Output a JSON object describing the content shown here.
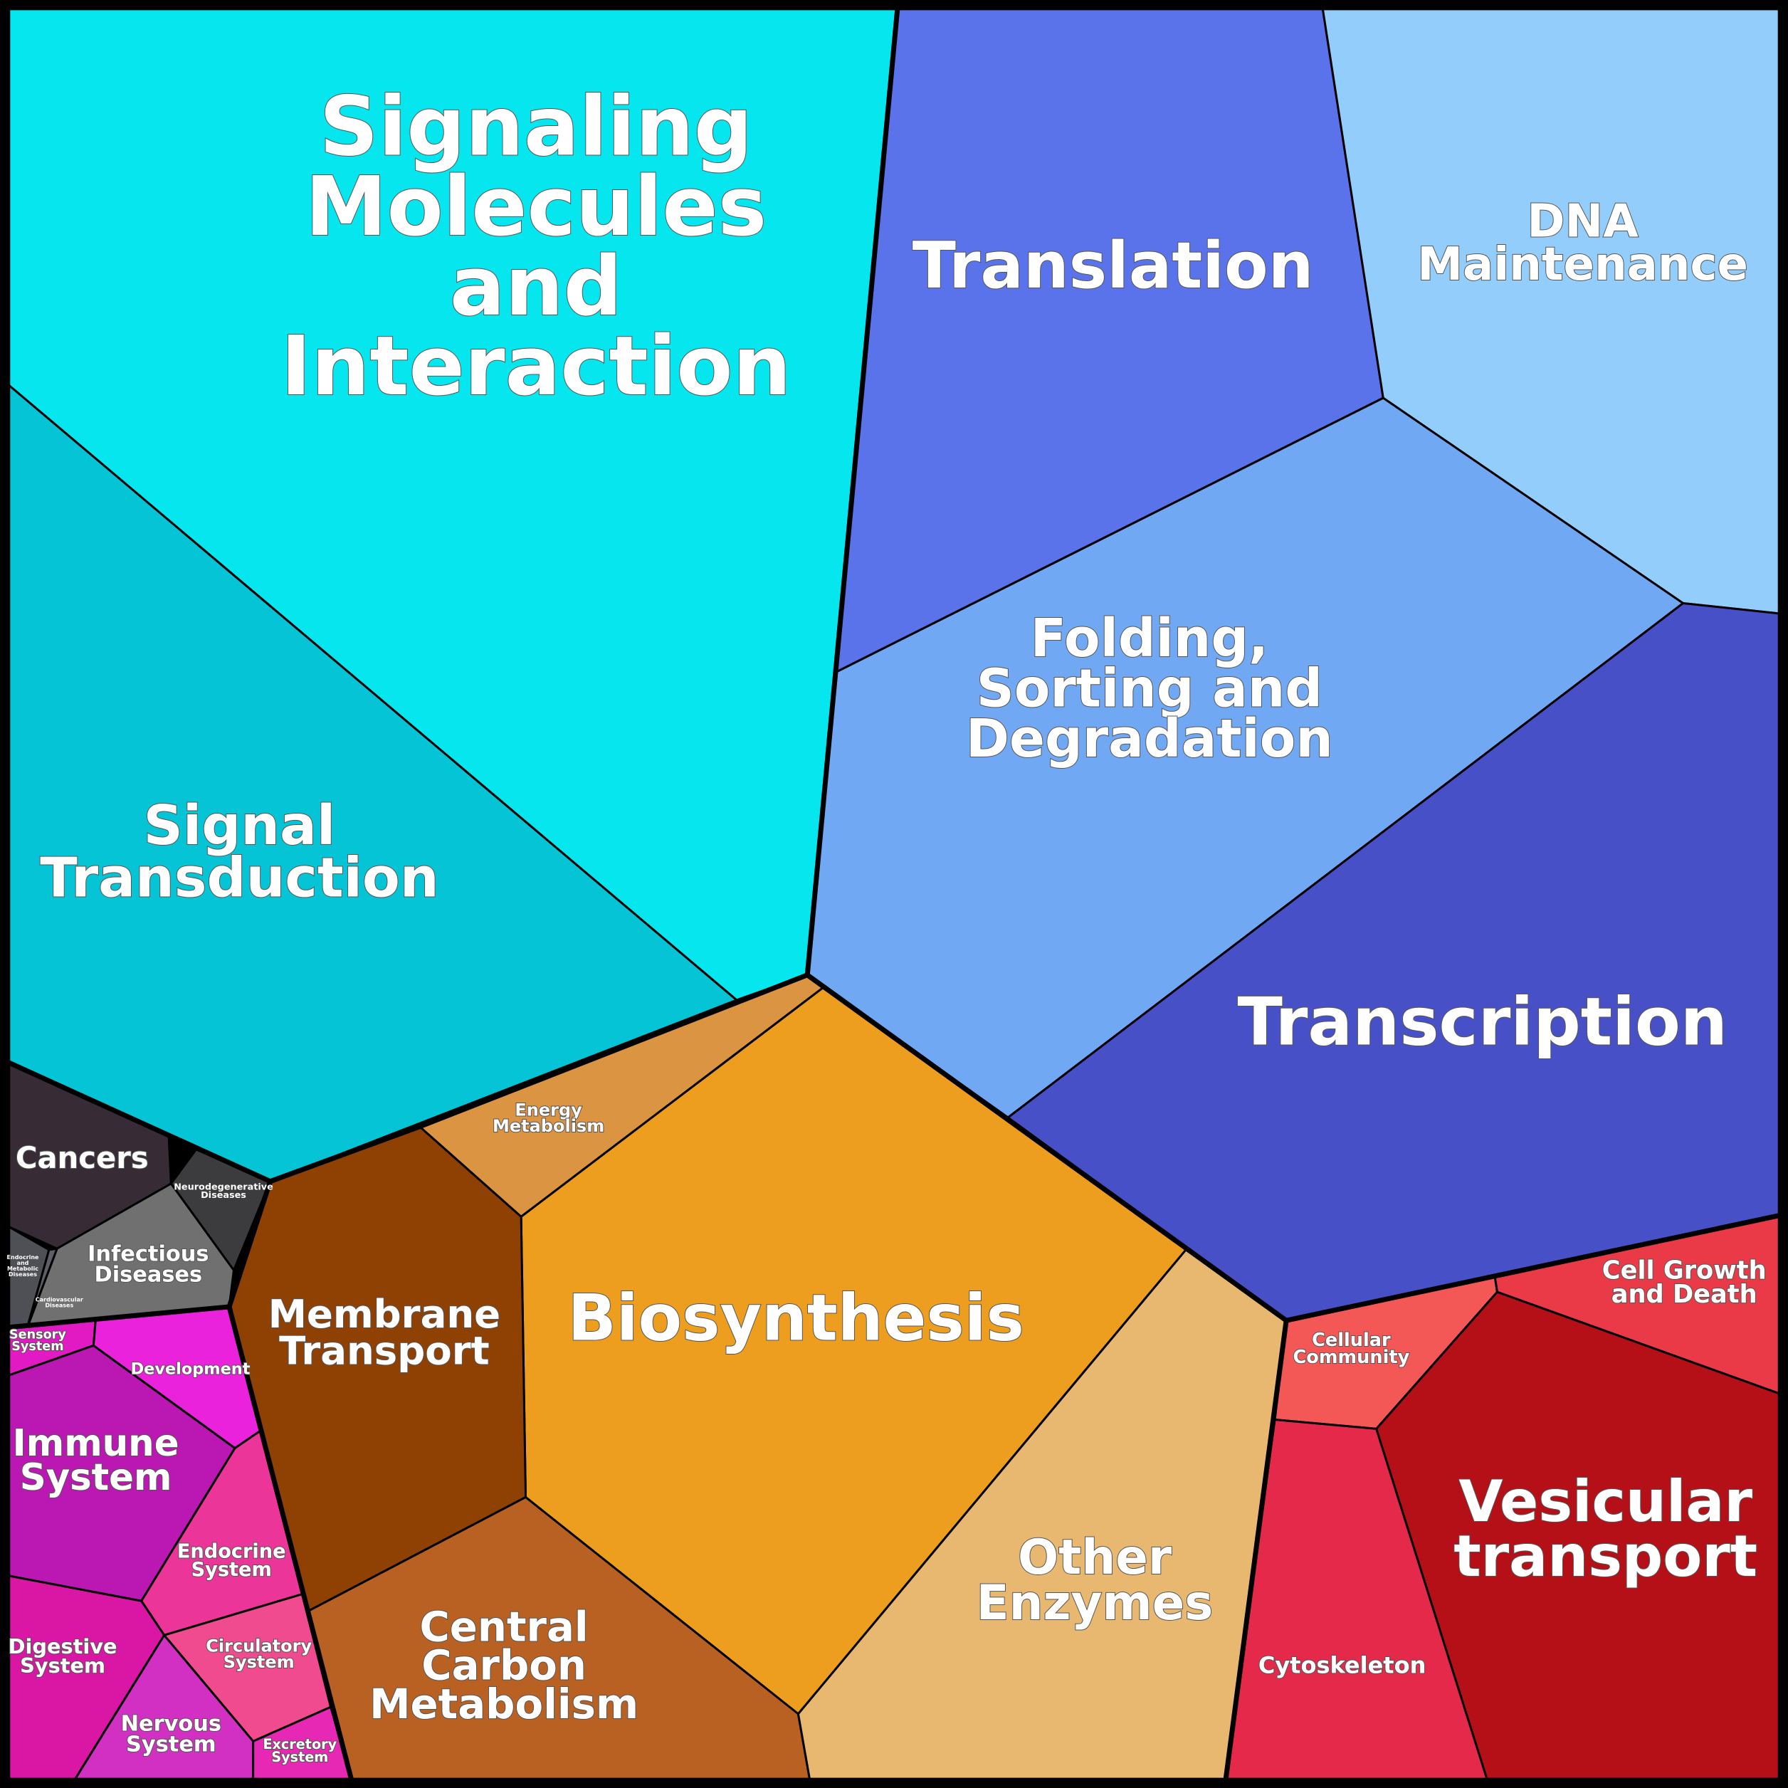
{
  "colors": {
    "signaling_molecules": "#05E6EE",
    "signal_transduction": "#05C4D6",
    "translation": "#5A73EA",
    "dna_maintenance": "#93CDFB",
    "folding": "#70A8F4",
    "transcription": "#4750C7",
    "energy_metabolism": "#DA9442",
    "biosynthesis": "#EE9E1F",
    "membrane_transport": "#8F4003",
    "central_carbon": "#B86122",
    "other_enzymes": "#E8B870",
    "cellular_community": "#F45856",
    "cell_growth": "#EA3A48",
    "cytoskeleton": "#E4294B",
    "vesicular": "#B50F17",
    "cancers": "#372B35",
    "neurodegenerative": "#3C3C3E",
    "infectious": "#707071",
    "endocrine_metabolic": "#4F4F56",
    "cardiovascular": "#5E5E66",
    "sensory": "#E21AC4",
    "development": "#EA22DB",
    "immune": "#BB17B3",
    "endocrine_system": "#EC3598",
    "digestive": "#DA16A4",
    "circulatory": "#F04B8F",
    "nervous": "#D130C2",
    "excretory": "#E728B5"
  },
  "cells": {
    "signaling_molecules": [
      "Signaling",
      "Molecules",
      "and",
      "Interaction"
    ],
    "signal_transduction": [
      "Signal",
      "Transduction"
    ],
    "translation": [
      "Translation"
    ],
    "dna_maintenance": [
      "DNA",
      "Maintenance"
    ],
    "folding": [
      "Folding,",
      "Sorting and",
      "Degradation"
    ],
    "transcription": [
      "Transcription"
    ],
    "energy_metabolism": [
      "Energy",
      "Metabolism"
    ],
    "biosynthesis": [
      "Biosynthesis"
    ],
    "membrane_transport": [
      "Membrane",
      "Transport"
    ],
    "central_carbon": [
      "Central",
      "Carbon",
      "Metabolism"
    ],
    "other_enzymes": [
      "Other",
      "Enzymes"
    ],
    "cellular_community": [
      "Cellular",
      "Community"
    ],
    "cell_growth": [
      "Cell Growth",
      "and Death"
    ],
    "cytoskeleton": [
      "Cytoskeleton"
    ],
    "vesicular": [
      "Vesicular",
      "transport"
    ],
    "cancers": [
      "Cancers"
    ],
    "neurodegenerative": [
      "Neurodegenerative",
      "Diseases"
    ],
    "infectious": [
      "Infectious",
      "Diseases"
    ],
    "endocrine_metabolic": [
      "Endocrine",
      "and",
      "Metabolic",
      "Diseases"
    ],
    "cardiovascular": [
      "Cardiovascular",
      "Diseases"
    ],
    "sensory": [
      "Sensory",
      "System"
    ],
    "development": [
      "Development"
    ],
    "immune": [
      "Immune",
      "System"
    ],
    "endocrine_system": [
      "Endocrine",
      "System"
    ],
    "digestive": [
      "Digestive",
      "System"
    ],
    "circulatory": [
      "Circulatory",
      "System"
    ],
    "nervous": [
      "Nervous",
      "System"
    ],
    "excretory": [
      "Excretory",
      "System"
    ]
  }
}
